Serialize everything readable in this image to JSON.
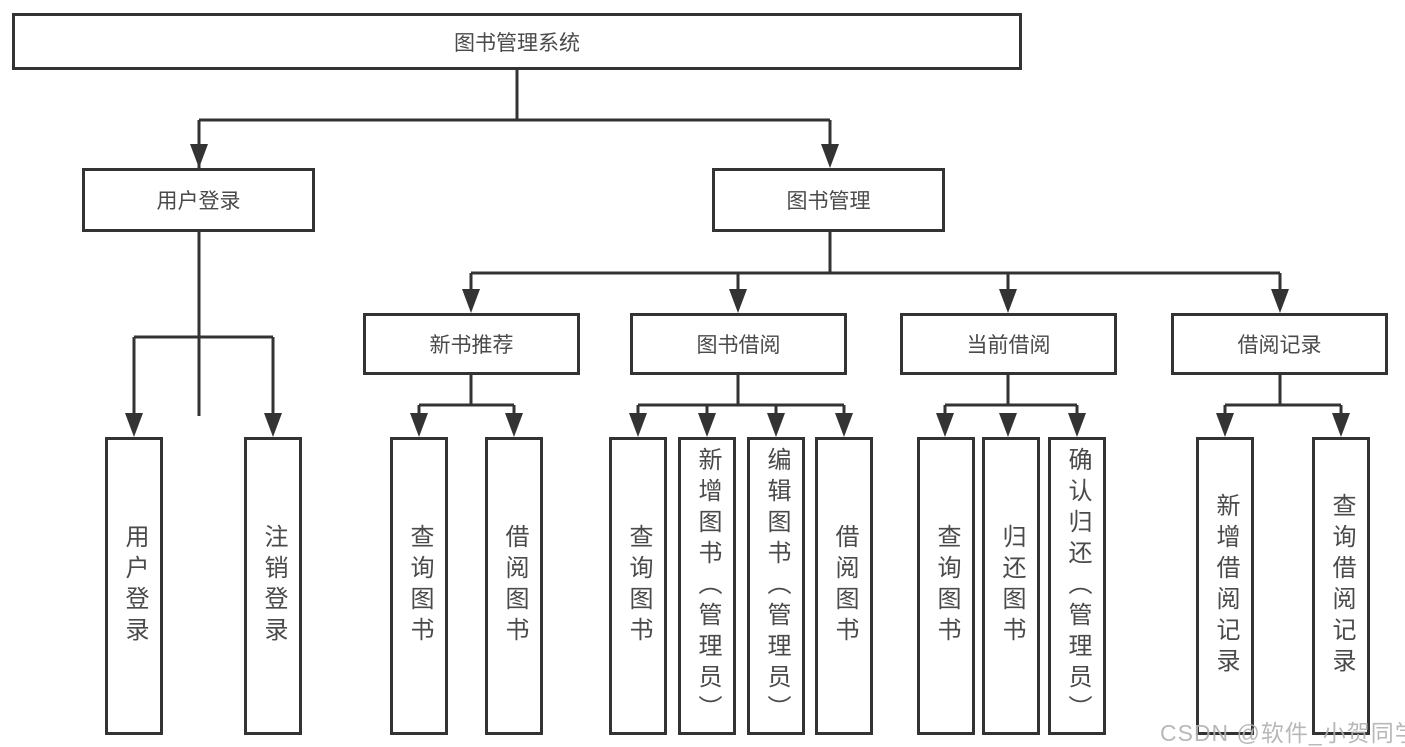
{
  "diagram": {
    "title": "图书管理系统",
    "tree": {
      "root": {
        "label": "图书管理系统"
      },
      "branches": [
        {
          "label": "用户登录",
          "children": [
            {
              "label": "用户登录"
            },
            {
              "label": "注销登录"
            }
          ]
        },
        {
          "label": "图书管理",
          "children": [
            {
              "label": "新书推荐",
              "children": [
                {
                  "label": "查询图书"
                },
                {
                  "label": "借阅图书"
                }
              ]
            },
            {
              "label": "图书借阅",
              "children": [
                {
                  "label": "查询图书"
                },
                {
                  "label": "新增图书（管理员）"
                },
                {
                  "label": "编辑图书（管理员）"
                },
                {
                  "label": "借阅图书"
                }
              ]
            },
            {
              "label": "当前借阅",
              "children": [
                {
                  "label": "查询图书"
                },
                {
                  "label": "归还图书"
                },
                {
                  "label": "确认归还（管理员）"
                }
              ]
            },
            {
              "label": "借阅记录",
              "children": [
                {
                  "label": "新增借阅记录"
                },
                {
                  "label": "查询借阅记录"
                }
              ]
            }
          ]
        }
      ]
    },
    "colors": {
      "line": "#333333",
      "box_border": "#333333",
      "text": "#4a4a4a",
      "background": "#ffffff",
      "watermark": "#b0b0b0"
    }
  },
  "watermark": {
    "text": "CSDN @软件_小贺同学"
  }
}
